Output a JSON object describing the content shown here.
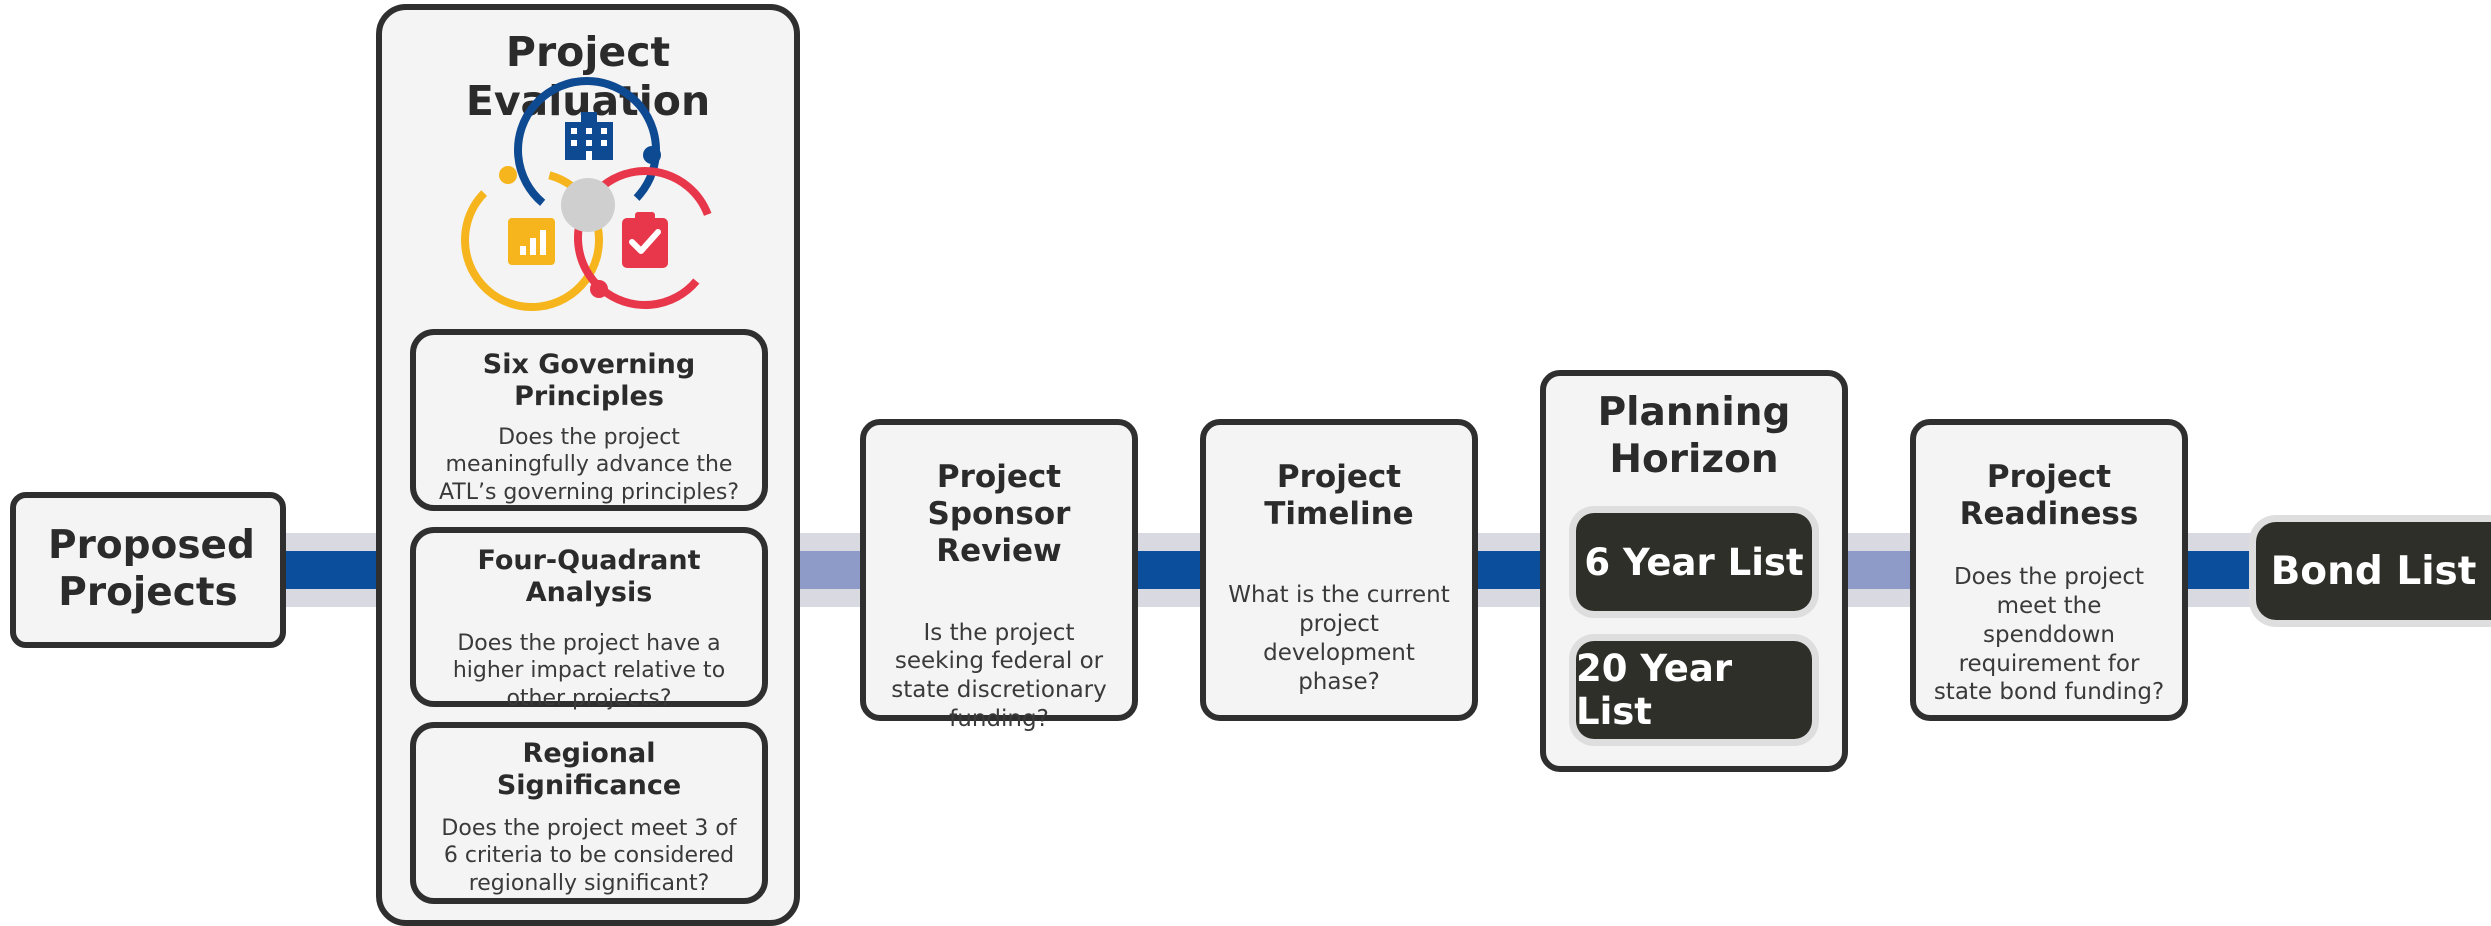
{
  "colors": {
    "band_light": "#d9d9e2",
    "band_blue": "#0b4f9c",
    "band_lavender": "#8e9bc8",
    "box_border": "#2f2f2f",
    "box_fill": "#f4f4f4",
    "dark_pill": "#2f2f2a",
    "circle_blue": "#0e4a92",
    "circle_red": "#e8374a",
    "circle_yellow": "#f6b51c",
    "center_gray": "#cfcfcf"
  },
  "proposed": {
    "title": "Proposed Projects"
  },
  "evaluation": {
    "title": "Project Evaluation",
    "icons": [
      "building-icon",
      "chart-icon",
      "clipboard-check-icon"
    ],
    "criteria": [
      {
        "title": "Six Governing Principles",
        "question": "Does the project meaningfully advance the ATL’s governing principles?"
      },
      {
        "title": "Four-Quadrant Analysis",
        "question": "Does the project have a higher impact relative to other projects?"
      },
      {
        "title": "Regional Significance",
        "question": "Does the project meet 3 of 6 criteria to be considered regionally significant?"
      }
    ]
  },
  "sponsor_review": {
    "title": "Project Sponsor Review",
    "question": "Is the project seeking federal or state discretionary funding?"
  },
  "timeline": {
    "title": "Project Timeline",
    "question": "What is the current project development phase?"
  },
  "planning_horizon": {
    "title": "Planning Horizon",
    "lists": [
      "6 Year List",
      "20 Year List"
    ]
  },
  "readiness": {
    "title": "Project Readiness",
    "question": "Does the project meet the spenddown requirement for state bond funding?"
  },
  "bond_list": {
    "title": "Bond List"
  }
}
